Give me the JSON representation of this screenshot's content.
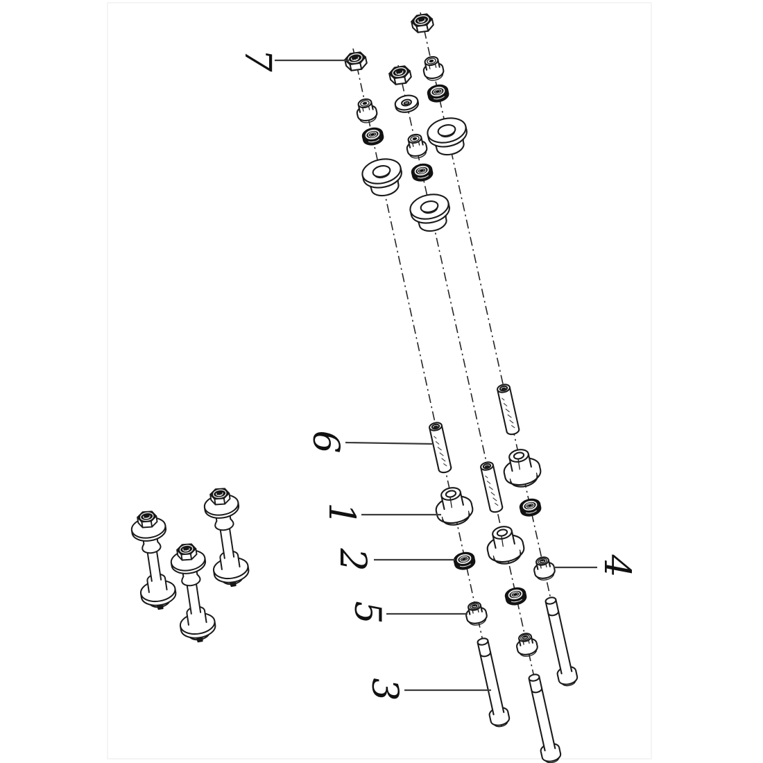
{
  "diagram": {
    "type": "exploded-parts-diagram",
    "background_color": "#ffffff",
    "line_color": "#1a1a1a",
    "leader_color": "#3a3a3a",
    "centerline_style": "dash-dot",
    "callouts": {
      "c1": {
        "number": "1"
      },
      "c2": {
        "number": "2"
      },
      "c3": {
        "number": "3"
      },
      "c4": {
        "number": "4"
      },
      "c5": {
        "number": "5"
      },
      "c6": {
        "number": "6"
      },
      "c7": {
        "number": "7"
      }
    }
  }
}
